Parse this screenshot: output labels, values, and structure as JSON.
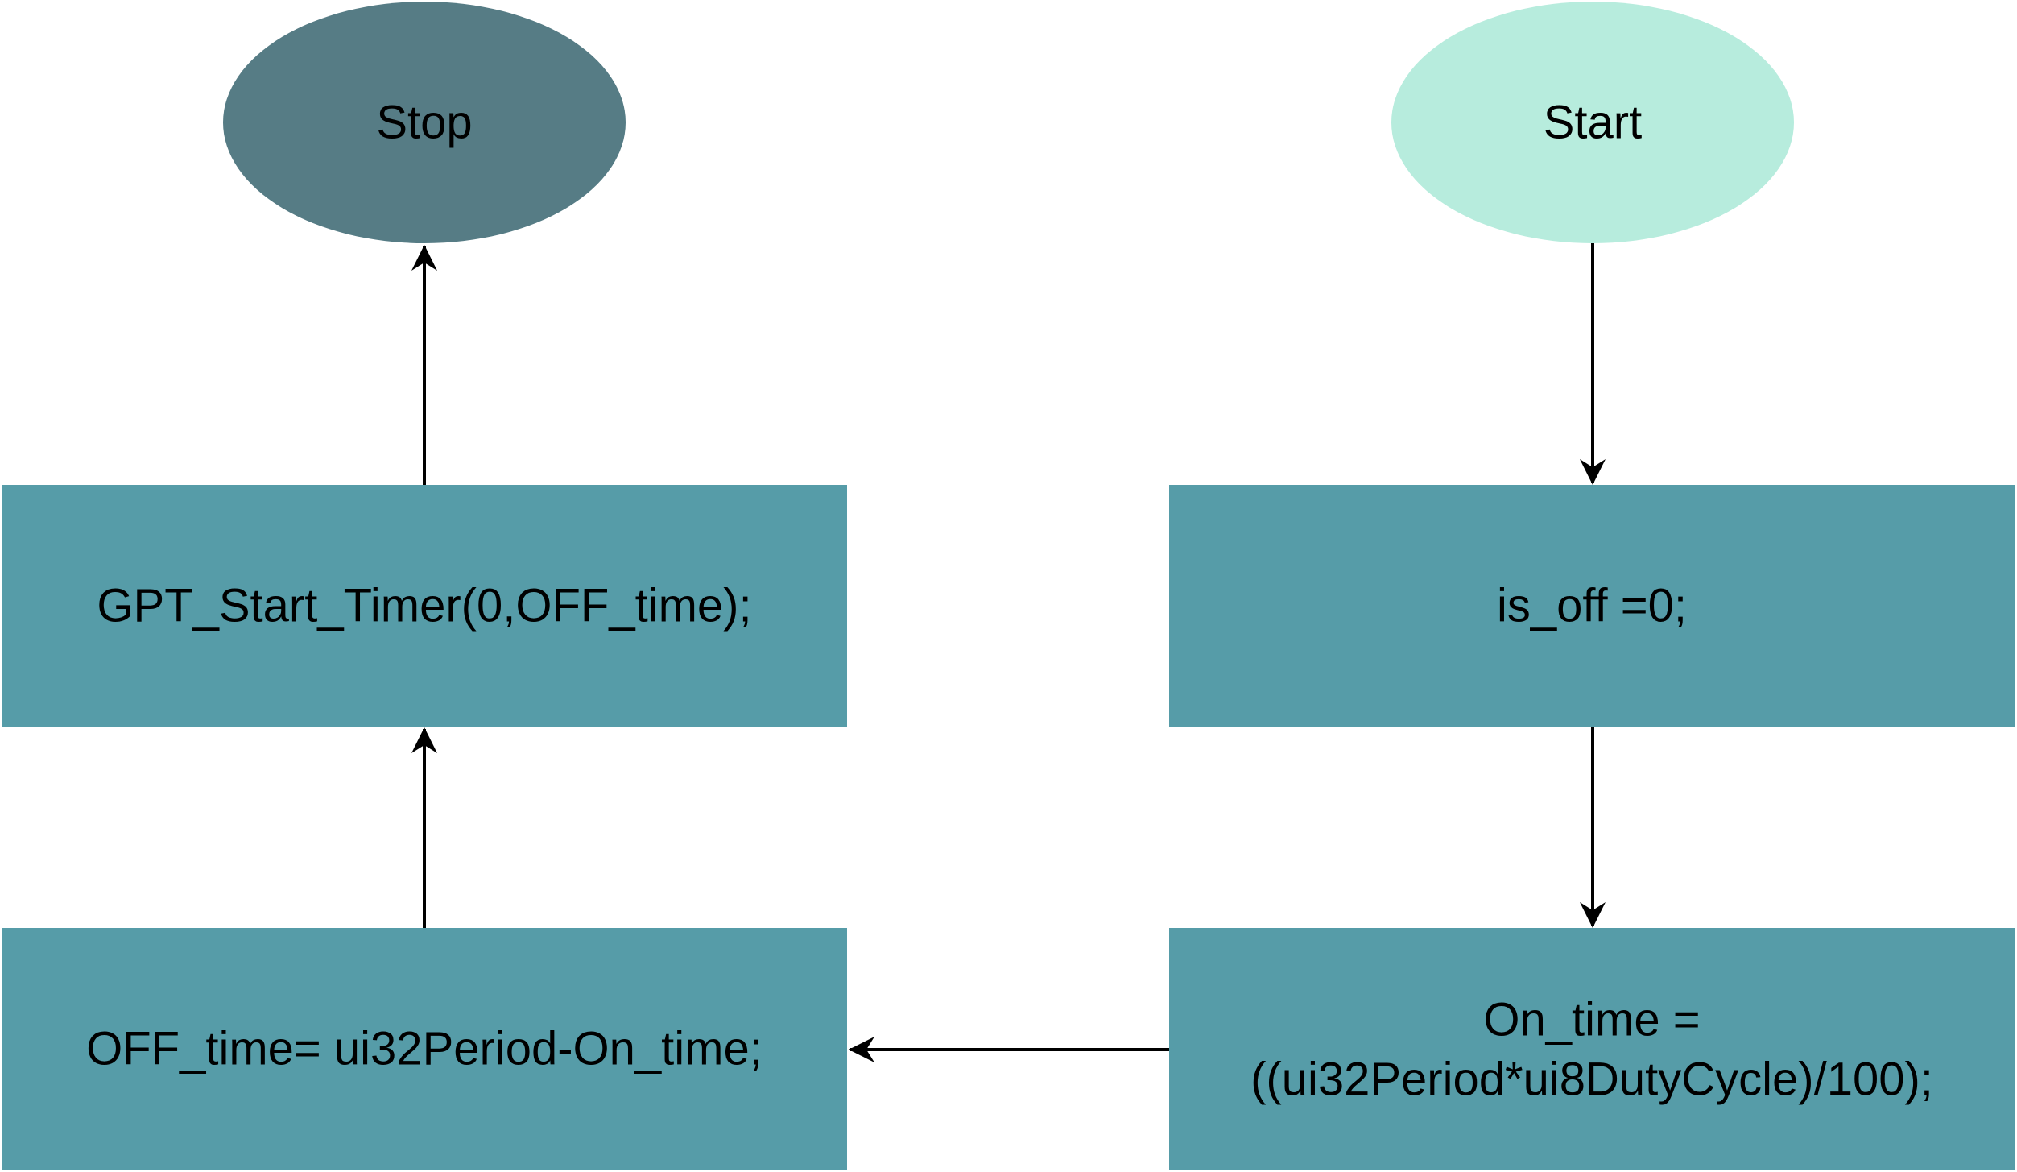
{
  "colors": {
    "stop_fill": "#567c85",
    "start_fill": "#b7ecdd",
    "process_fill": "#569ca8",
    "line": "#000000",
    "background": "#ffffff"
  },
  "nodes": {
    "stop": {
      "label": "Stop",
      "shape": "ellipse"
    },
    "start": {
      "label": "Start",
      "shape": "ellipse"
    },
    "gpt_start_timer": {
      "label": "GPT_Start_Timer(0,OFF_time);",
      "shape": "rectangle"
    },
    "is_off": {
      "label": "is_off =0;",
      "shape": "rectangle"
    },
    "off_time": {
      "label": "OFF_time= ui32Period-On_time;",
      "shape": "rectangle"
    },
    "on_time": {
      "label_line1": "On_time =",
      "label_line2": "((ui32Period*ui8DutyCycle)/100);",
      "shape": "rectangle"
    }
  },
  "edges": [
    {
      "from": "start",
      "to": "is_off"
    },
    {
      "from": "is_off",
      "to": "on_time"
    },
    {
      "from": "on_time",
      "to": "off_time"
    },
    {
      "from": "off_time",
      "to": "gpt_start_timer"
    },
    {
      "from": "gpt_start_timer",
      "to": "stop"
    }
  ]
}
